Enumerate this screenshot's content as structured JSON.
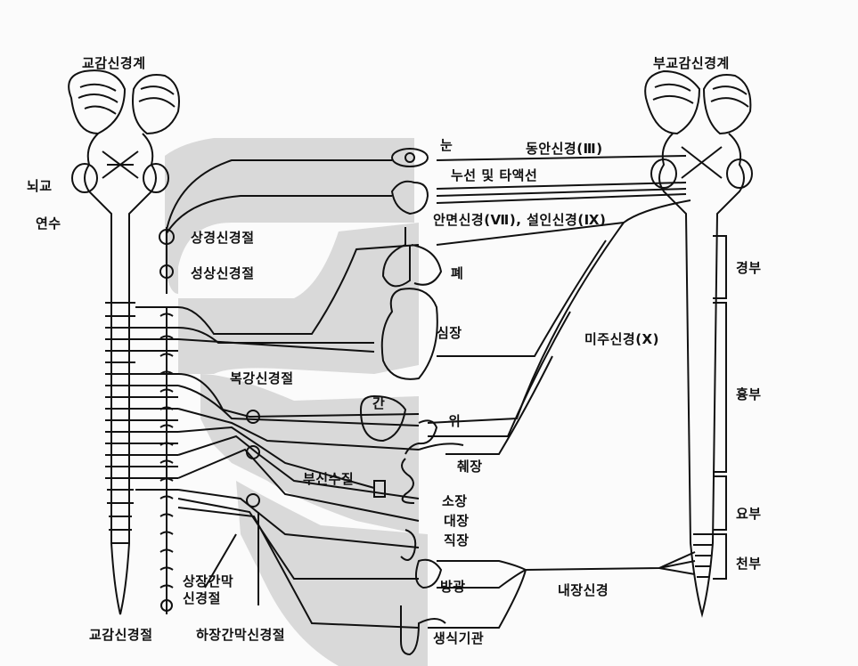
{
  "diagram": {
    "left_system": {
      "title": "교감신경계",
      "brainstem_labels": [
        "뇌교",
        "연수"
      ],
      "chain_label": "교감신경절"
    },
    "right_system": {
      "title": "부교감신경계",
      "regions": [
        "경부",
        "흉부",
        "요부",
        "천부"
      ]
    },
    "ganglia": [
      "상경신경절",
      "성상신경절",
      "복강신경절",
      "상장간막\n신경절",
      "하장간막신경절",
      "부신수질"
    ],
    "organs": [
      "눈",
      "폐",
      "심장",
      "간",
      "위",
      "췌장",
      "소장",
      "대장",
      "직장",
      "방광",
      "생식기관"
    ],
    "nerves": [
      "동안신경(Ⅲ)",
      "누선 및 타액선",
      "안면신경(Ⅶ), 설인신경(Ⅸ)",
      "미주신경(Ⅹ)",
      "내장신경"
    ]
  }
}
